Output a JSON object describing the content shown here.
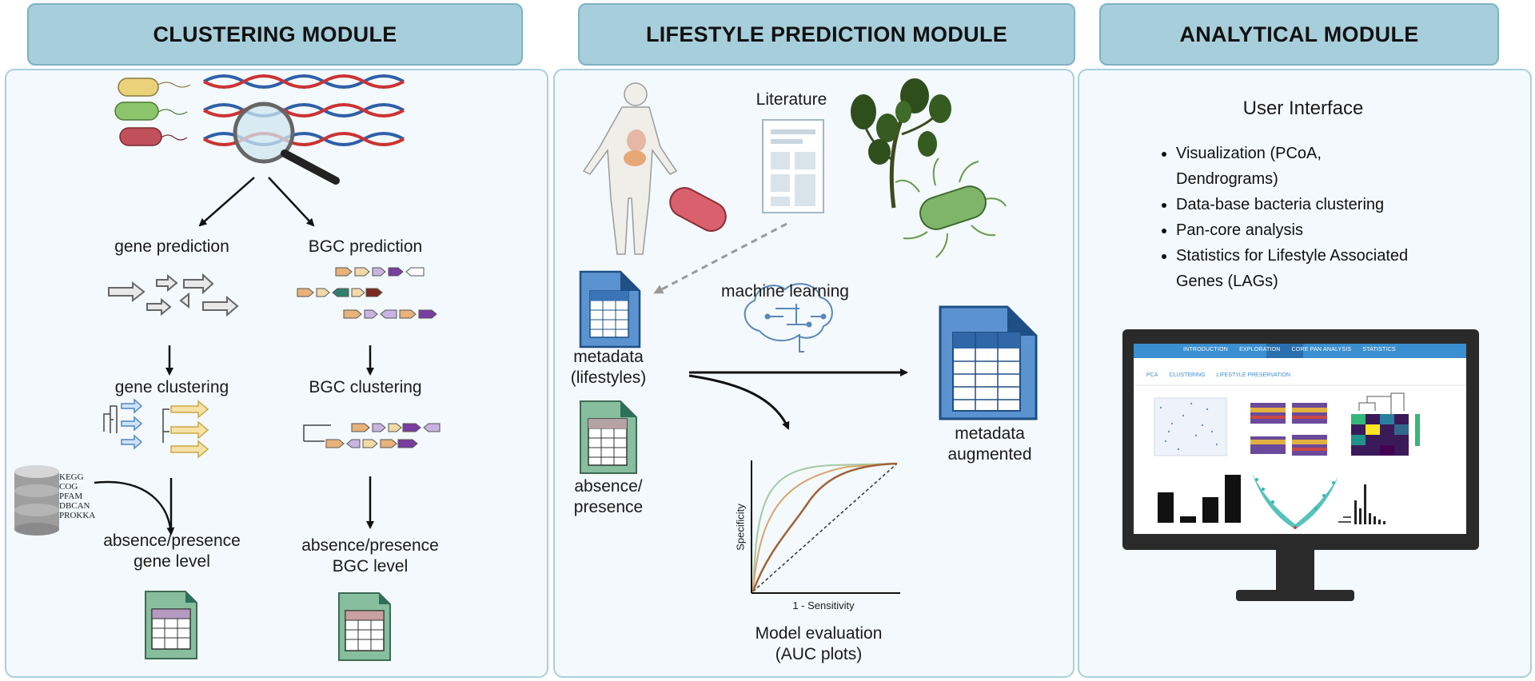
{
  "modules": {
    "clustering": "CLUSTERING MODULE",
    "lifestyle": "LIFESTYLE PREDICTION MODULE",
    "analytical": "ANALYTICAL MODULE"
  },
  "clustering": {
    "gene_prediction": "gene prediction",
    "bgc_prediction": "BGC prediction",
    "gene_clustering": "gene clustering",
    "bgc_clustering": "BGC clustering",
    "databases": [
      "KEGG",
      "COG",
      "PFAM",
      "DBCAN",
      "PROKKA"
    ],
    "gene_level": [
      "absence/presence",
      "gene level"
    ],
    "bgc_level": [
      "absence/presence",
      "BGC level"
    ]
  },
  "lifestyle": {
    "literature": "Literature",
    "machine_learning": "machine learning",
    "metadata": [
      "metadata",
      "(lifestyles)"
    ],
    "absence_presence": [
      "absence/",
      "presence"
    ],
    "metadata_augmented": [
      "metadata",
      "augmented"
    ],
    "auc_ylabel": "Specificity",
    "auc_xlabel": "1 - Sensitivity",
    "model_eval": [
      "Model evaluation",
      "(AUC plots)"
    ]
  },
  "analytical": {
    "ui_title": "User Interface",
    "bullets": [
      [
        "Visualization (PCoA,",
        "Dendrograms)"
      ],
      [
        "Data-base bacteria clustering"
      ],
      [
        "Pan-core analysis"
      ],
      [
        "Statistics for Lifestyle Associated",
        "Genes (LAGs)"
      ]
    ],
    "screen_tabs": [
      "INTRODUCTION",
      "EXPLORATION",
      "CORE PAN ANALYSIS",
      "STATISTICS"
    ],
    "screen_subtabs": [
      "PCA",
      "CLUSTERING",
      "LIFESTYLE PRESERVATION"
    ]
  },
  "colors": {
    "header_bg": "#a7cfdb",
    "panel_bg": "#f3f9fc",
    "doc_green": "#7fb79a",
    "doc_blue": "#4e86c9",
    "arrow_orange": "#e8b27a",
    "arrow_purple": "#8a55b3"
  }
}
